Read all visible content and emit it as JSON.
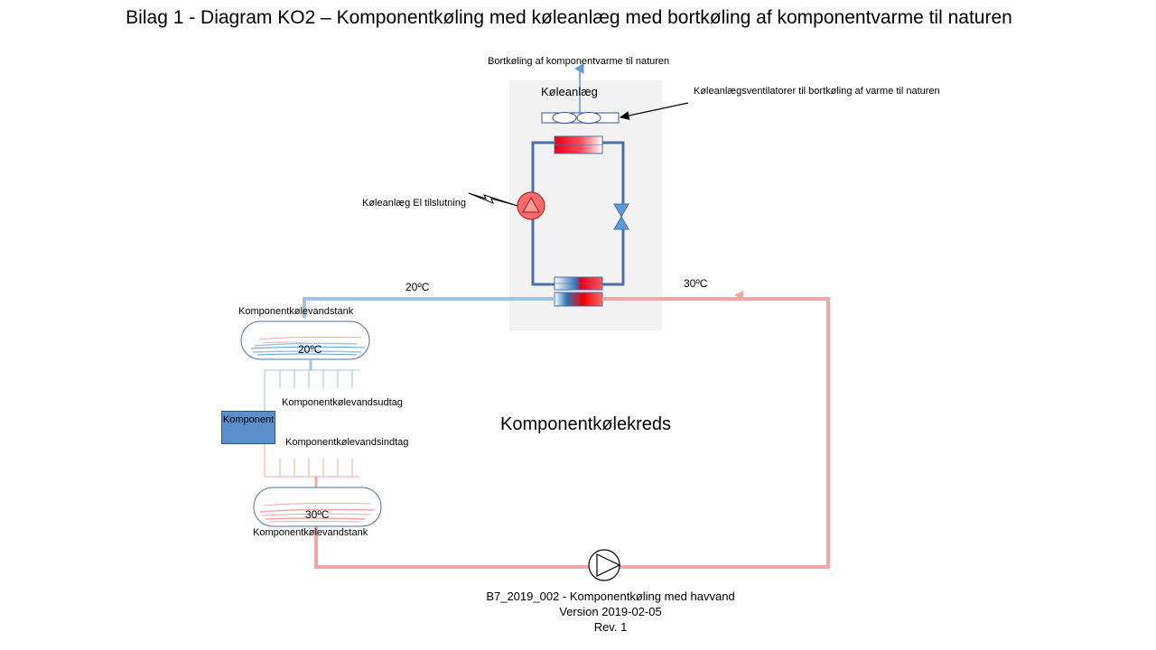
{
  "title": "Bilag 1 - Diagram KO2 – Komponentkøling med køleanlæg med bortkøling af komponentvarme til naturen",
  "labels": {
    "heat_rejection": "Bortkøling af komponentvarme  til naturen",
    "chiller": "Køleanlæg",
    "fans": "Køleanlægsventilatorer til bortkøling af varme til naturen",
    "electric": "Køleanlæg El tilslutning",
    "supply_temp": "20ºC",
    "return_temp": "30ºC",
    "tank_top": "Komponentkølevandstank",
    "tank_top_temp": "20ºC",
    "outlet_manifold": "Komponentkølevandsudtag",
    "component": "Komponent",
    "inlet_manifold": "Komponentkølevandsindtag",
    "tank_bottom_temp": "30ºC",
    "tank_bottom": "Komponentkølevandstank",
    "circuit": "Komponentkølekreds"
  },
  "footer": {
    "line1": "B7_2019_002 - Komponentkøling  med havvand",
    "line2": "Version 2019-02-05",
    "line3": "Rev. 1"
  },
  "colors": {
    "cold_pipe": "#9dc3e6",
    "warm_pipe": "#f4a6a6",
    "refrigerant_loop": "#4a6fa5",
    "chiller_bg": "#f2f2f2",
    "component": "#5b8fcb",
    "compressor": "#ff6b6b"
  }
}
